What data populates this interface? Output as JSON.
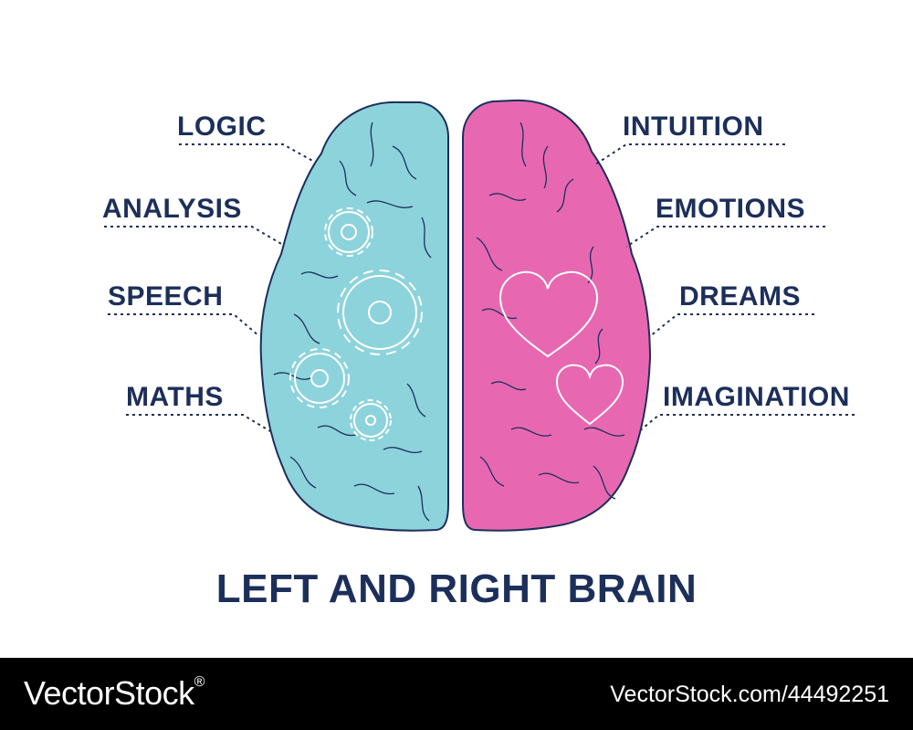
{
  "left_labels": [
    "LOGIC",
    "ANALYSIS",
    "SPEECH",
    "MATHS"
  ],
  "right_labels": [
    "INTUITION",
    "EMOTIONS",
    "DREAMS",
    "IMAGINATION"
  ],
  "title": "LEFT AND RIGHT BRAIN",
  "footer": {
    "brand": "VectorStock",
    "registered": "®",
    "credit": "VectorStock.com/44492251"
  },
  "colors": {
    "left_hemisphere": "#8dd3dc",
    "right_hemisphere": "#e768b1",
    "outline": "#1c2f5a",
    "text": "#1c2f5a"
  },
  "icons": {
    "left": "gear-icon",
    "right": "heart-icon"
  }
}
